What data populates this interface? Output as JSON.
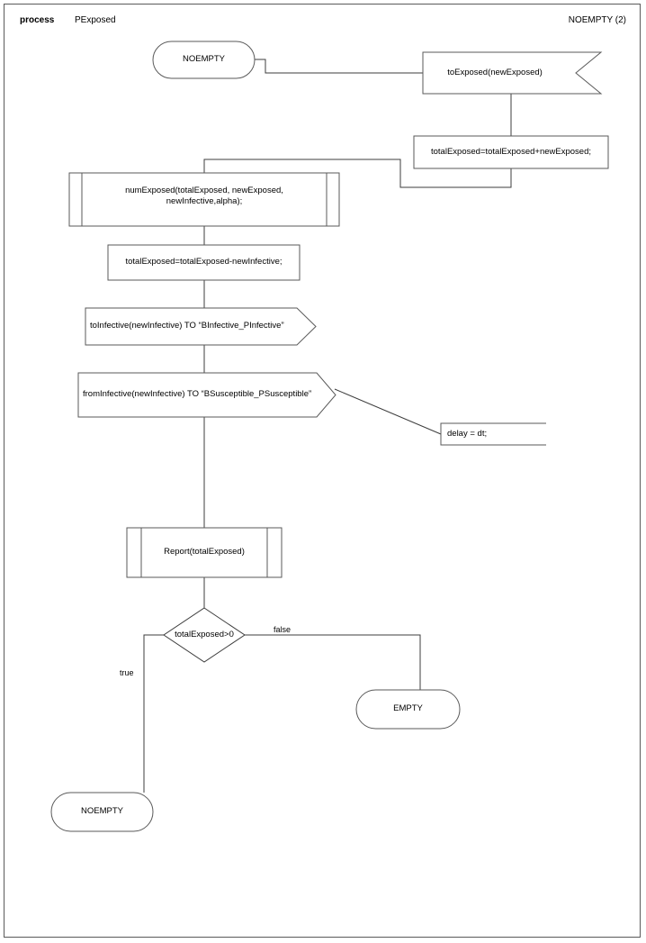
{
  "header": {
    "kind": "process",
    "name": "PExposed",
    "state": "NOEMPTY (2)"
  },
  "colors": {
    "stroke": "#5a5a5a",
    "stroke_thin": "#3c3c3c",
    "background": "#ffffff",
    "text": "#000000"
  },
  "nodes": {
    "start_noempty": {
      "label": "NOEMPTY",
      "shape": "stadium"
    },
    "to_exposed": {
      "label": "toExposed(newExposed)",
      "shape": "signal-receive"
    },
    "total_exposed_add": {
      "label": "totalExposed=totalExposed+newExposed;",
      "shape": "process"
    },
    "num_exposed": {
      "label": "numExposed(totalExposed, newExposed,\nnewInfective,alpha);",
      "shape": "predefined-process"
    },
    "total_exposed_sub": {
      "label": "totalExposed=totalExposed-newInfective;",
      "shape": "process"
    },
    "to_infective": {
      "label": "toInfective(newInfective) TO “BInfective_PInfective”",
      "shape": "signal-send"
    },
    "from_infective": {
      "label": "fromInfective(newInfective) TO “BSusceptible_PSusceptible”",
      "shape": "signal-send"
    },
    "delay_note": {
      "label": "delay = dt;",
      "shape": "annotation"
    },
    "report": {
      "label": "Report(totalExposed)",
      "shape": "predefined-process"
    },
    "decision": {
      "label": "totalExposed>0",
      "shape": "decision"
    },
    "end_empty": {
      "label": "EMPTY",
      "shape": "stadium"
    },
    "end_noempty": {
      "label": "NOEMPTY",
      "shape": "stadium"
    }
  },
  "edges": {
    "false_label": "false",
    "true_label": "true"
  }
}
